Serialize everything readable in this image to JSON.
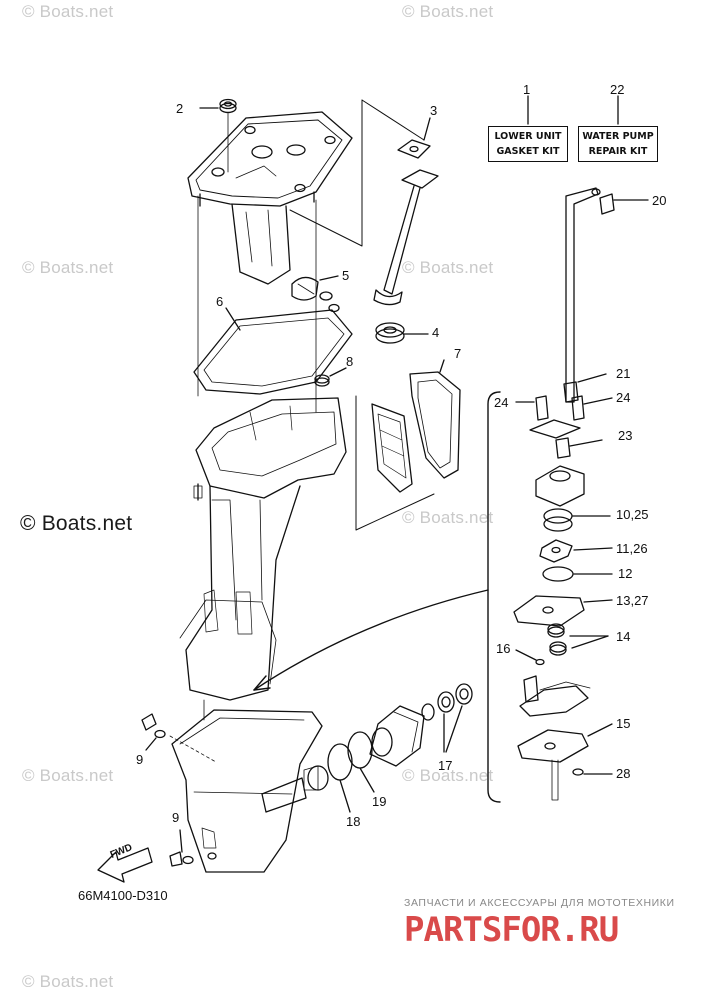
{
  "watermarks": [
    "© Boats.net",
    "© Boats.net",
    "© Boats.net",
    "© Boats.net",
    "© Boats.net",
    "© Boats.net",
    "© Boats.net",
    "© Boats.net"
  ],
  "watermark_big": "© Boats.net",
  "kit_labels": {
    "lower_unit_line1": "LOWER UNIT",
    "lower_unit_line2": "GASKET KIT",
    "water_pump_line1": "WATER PUMP",
    "water_pump_line2": "REPAIR KIT"
  },
  "callouts": {
    "c1": "1",
    "c22": "22",
    "c2": "2",
    "c3": "3",
    "c20": "20",
    "c5": "5",
    "c4": "4",
    "c6": "6",
    "c8": "8",
    "c7": "7",
    "c21": "21",
    "c24a": "24",
    "c24b": "24",
    "c23": "23",
    "c10_25": "10,25",
    "c11_26": "11,26",
    "c12": "12",
    "c13_27": "13,27",
    "c14": "14",
    "c16": "16",
    "c15": "15",
    "c28": "28",
    "c9a": "9",
    "c9b": "9",
    "c17": "17",
    "c18": "18",
    "c19": "19"
  },
  "diagram_code": "66M4100-D310",
  "fwd_label": "FWD",
  "promo_tagline": "ЗАПЧАСТИ И АКСЕССУАРЫ ДЛЯ МОТОТЕХНИКИ",
  "promo_logo": "PARTSFOR.RU"
}
